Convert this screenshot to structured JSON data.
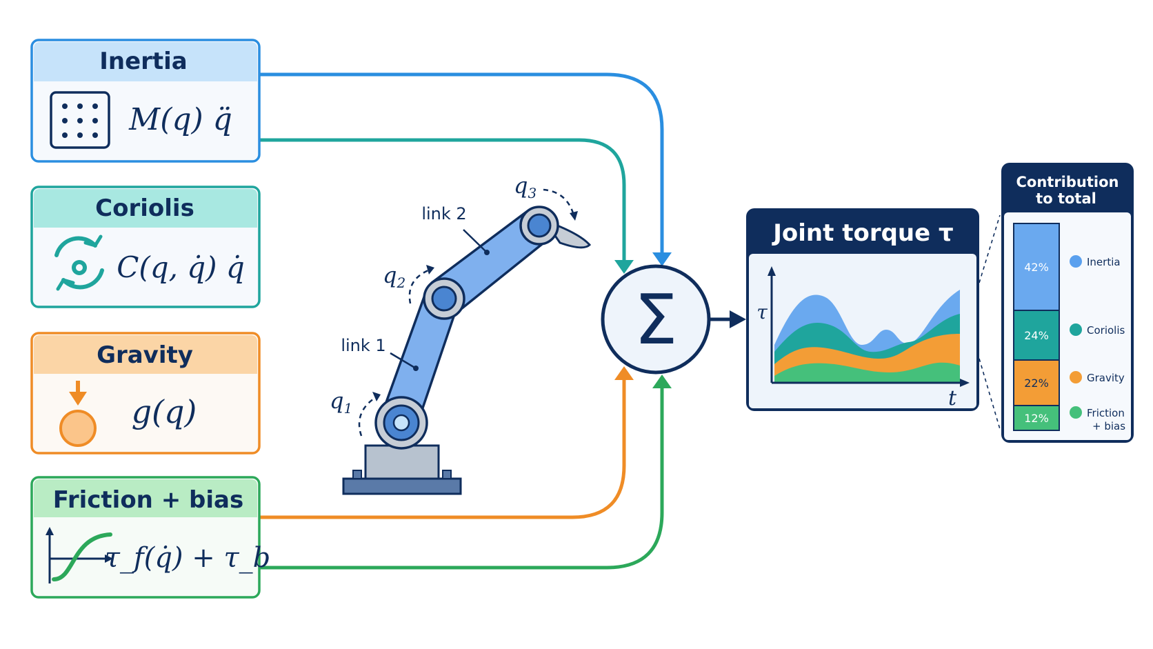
{
  "colors": {
    "inertia": "#2a8ee0",
    "inertia_fill": "#c6e3fa",
    "coriolis": "#1fa59d",
    "coriolis_fill": "#a8e8e1",
    "gravity": "#ef8c26",
    "gravity_fill": "#fbd5a6",
    "friction": "#2ca85a",
    "friction_fill": "#b9ecc4",
    "navy": "#0f2d5c",
    "arm": "#7fb0ee"
  },
  "terms": [
    {
      "id": "inertia",
      "title": "Inertia",
      "formula": "M(q) q̈",
      "icon": "matrix-icon"
    },
    {
      "id": "coriolis",
      "title": "Coriolis",
      "formula": "C(q, q̇) q̇",
      "icon": "rotation-icon"
    },
    {
      "id": "gravity",
      "title": "Gravity",
      "formula": "g(q)",
      "icon": "gravity-weight-icon"
    },
    {
      "id": "friction",
      "title": "Friction + bias",
      "formula": "τ_f(q̇) + τ_b",
      "icon": "friction-curve-icon"
    }
  ],
  "robot": {
    "link1": "link 1",
    "link2": "link 2",
    "q1": "q",
    "q1_sub": "1",
    "q2": "q",
    "q2_sub": "2",
    "q3": "q",
    "q3_sub": "3"
  },
  "sum_symbol": "Σ",
  "torque_panel": {
    "title": "Joint torque τ",
    "y_axis_label": "τ",
    "x_axis_label": "t"
  },
  "chart_data": {
    "type": "area",
    "title": "Contribution to total",
    "series": [
      {
        "name": "Inertia",
        "value": 42,
        "label": "42%"
      },
      {
        "name": "Coriolis",
        "value": 24,
        "label": "24%"
      },
      {
        "name": "Gravity",
        "value": 22,
        "label": "22%"
      },
      {
        "name": "Friction + bias",
        "value": 12,
        "label": "12%"
      }
    ]
  },
  "contribution_panel": {
    "title_line1": "Contribution",
    "title_line2": "to total",
    "legend_friction_line1": "Friction",
    "legend_friction_line2": "+ bias"
  }
}
